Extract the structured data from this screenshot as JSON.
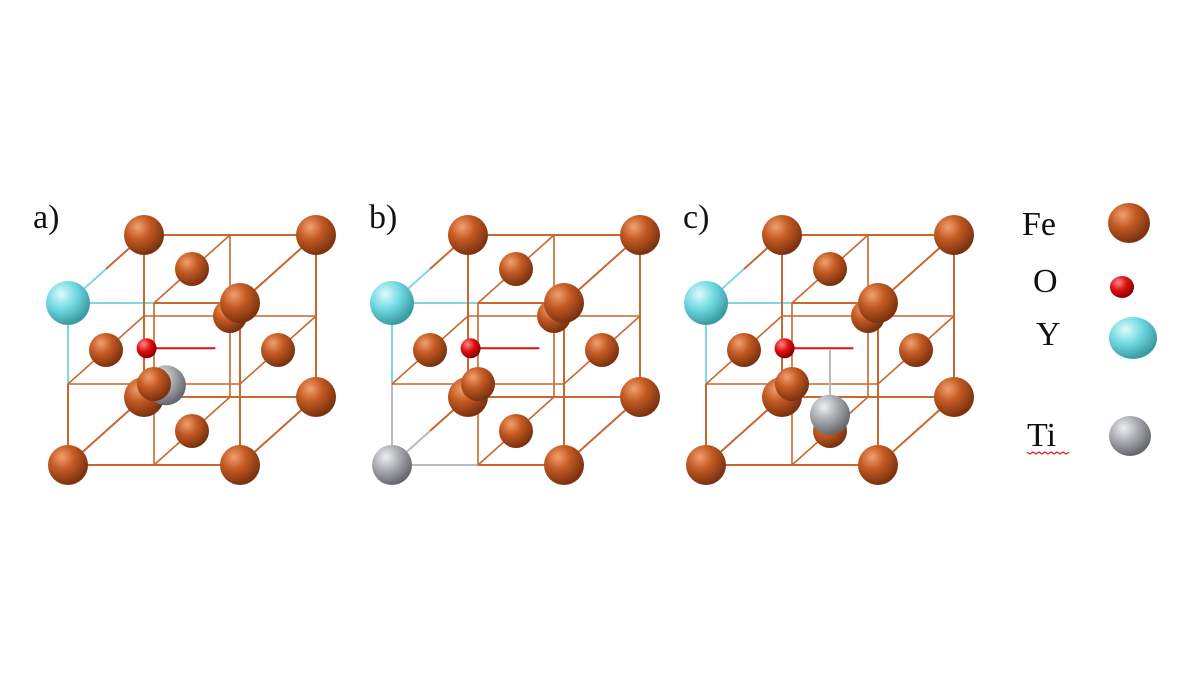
{
  "panels": [
    {
      "label": "a)",
      "variant": "a"
    },
    {
      "label": "b)",
      "variant": "b"
    },
    {
      "label": "c)",
      "variant": "c"
    }
  ],
  "legend": [
    {
      "symbol": "Fe",
      "element": "Fe",
      "color": "#c45a22"
    },
    {
      "symbol": "O",
      "element": "O",
      "color": "#e01010"
    },
    {
      "symbol": "Y",
      "element": "Y",
      "color": "#6fd9e0"
    },
    {
      "symbol": "Ti",
      "element": "Ti",
      "color": "#a8aab0",
      "underline": "wavy-red"
    }
  ],
  "colors": {
    "Fe": "#c45a22",
    "O": "#e01010",
    "Y": "#6fd9e0",
    "Ti": "#a8aab0",
    "bond_Fe": "#c8672e",
    "bond_Y": "#7fd8de",
    "bond_Ti": "#b7bcc0",
    "bond_O": "#e01010"
  }
}
